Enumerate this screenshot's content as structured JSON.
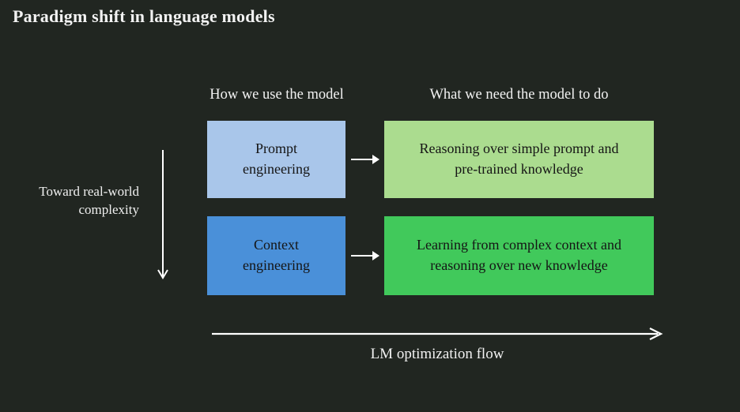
{
  "title": "Paradigm shift in language models",
  "headers": {
    "left": "How we use the model",
    "right": "What we need the model to do"
  },
  "rows": [
    {
      "left_label": "Prompt\nengineering",
      "right_label": "Reasoning over simple prompt and\npre-trained knowledge",
      "left_color": "#a9c6ea",
      "right_color": "#abdc8f"
    },
    {
      "left_label": "Context\nengineering",
      "right_label": "Learning from complex context and\nreasoning over new knowledge",
      "left_color": "#4a90d9",
      "right_color": "#41c95b"
    }
  ],
  "vertical_axis": {
    "label": "Toward real-world\ncomplexity"
  },
  "bottom_axis": {
    "label": "LM optimization flow"
  },
  "colors": {
    "background": "#212621",
    "text_light": "#f2f2f2",
    "text_dark": "#151515",
    "arrow": "#ffffff"
  }
}
